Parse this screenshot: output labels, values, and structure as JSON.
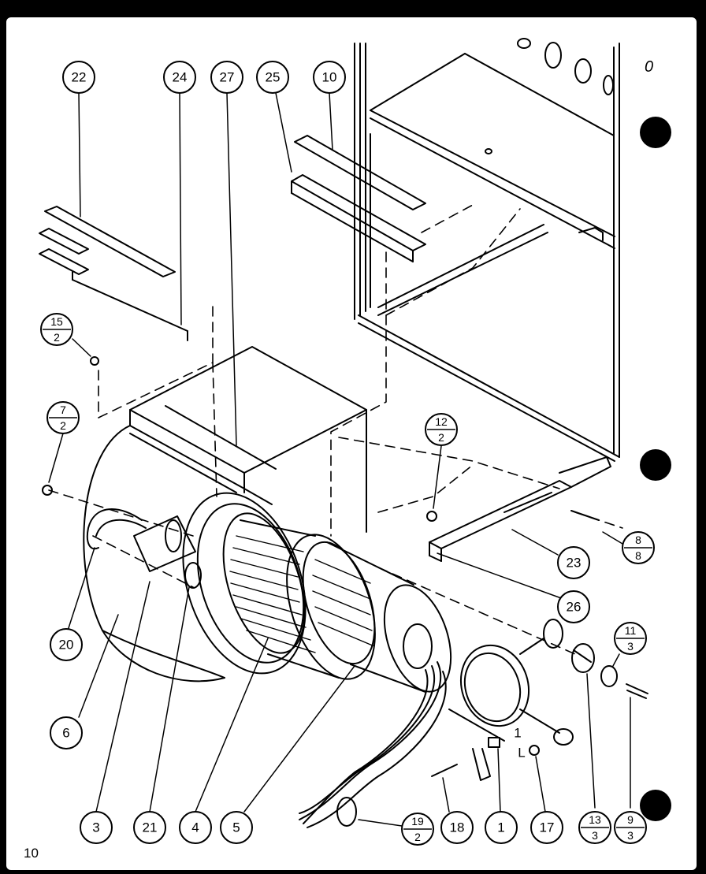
{
  "diagram": {
    "page_number": "10",
    "corner_mark": "0",
    "callouts": [
      {
        "id": "c22",
        "label": "22"
      },
      {
        "id": "c24",
        "label": "24"
      },
      {
        "id": "c27",
        "label": "27"
      },
      {
        "id": "c25",
        "label": "25"
      },
      {
        "id": "c10",
        "label": "10"
      },
      {
        "id": "c20",
        "label": "20"
      },
      {
        "id": "c6",
        "label": "6"
      },
      {
        "id": "c23",
        "label": "23"
      },
      {
        "id": "c26",
        "label": "26"
      },
      {
        "id": "c3",
        "label": "3"
      },
      {
        "id": "c21",
        "label": "21"
      },
      {
        "id": "c4",
        "label": "4"
      },
      {
        "id": "c5",
        "label": "5"
      },
      {
        "id": "c18",
        "label": "18"
      },
      {
        "id": "c1",
        "label": "1"
      },
      {
        "id": "c17",
        "label": "17"
      }
    ],
    "fraction_callouts": [
      {
        "id": "f15",
        "top": "15",
        "bottom": "2"
      },
      {
        "id": "f7",
        "top": "7",
        "bottom": "2"
      },
      {
        "id": "f12",
        "top": "12",
        "bottom": "2"
      },
      {
        "id": "f8",
        "top": "8",
        "bottom": "8"
      },
      {
        "id": "f11",
        "top": "11",
        "bottom": "3"
      },
      {
        "id": "f19",
        "top": "19",
        "bottom": "2"
      },
      {
        "id": "f13",
        "top": "13",
        "bottom": "3"
      },
      {
        "id": "f9",
        "top": "9",
        "bottom": "3"
      }
    ],
    "loose_marks": {
      "mark_1": "1",
      "mark_l": "L"
    }
  }
}
